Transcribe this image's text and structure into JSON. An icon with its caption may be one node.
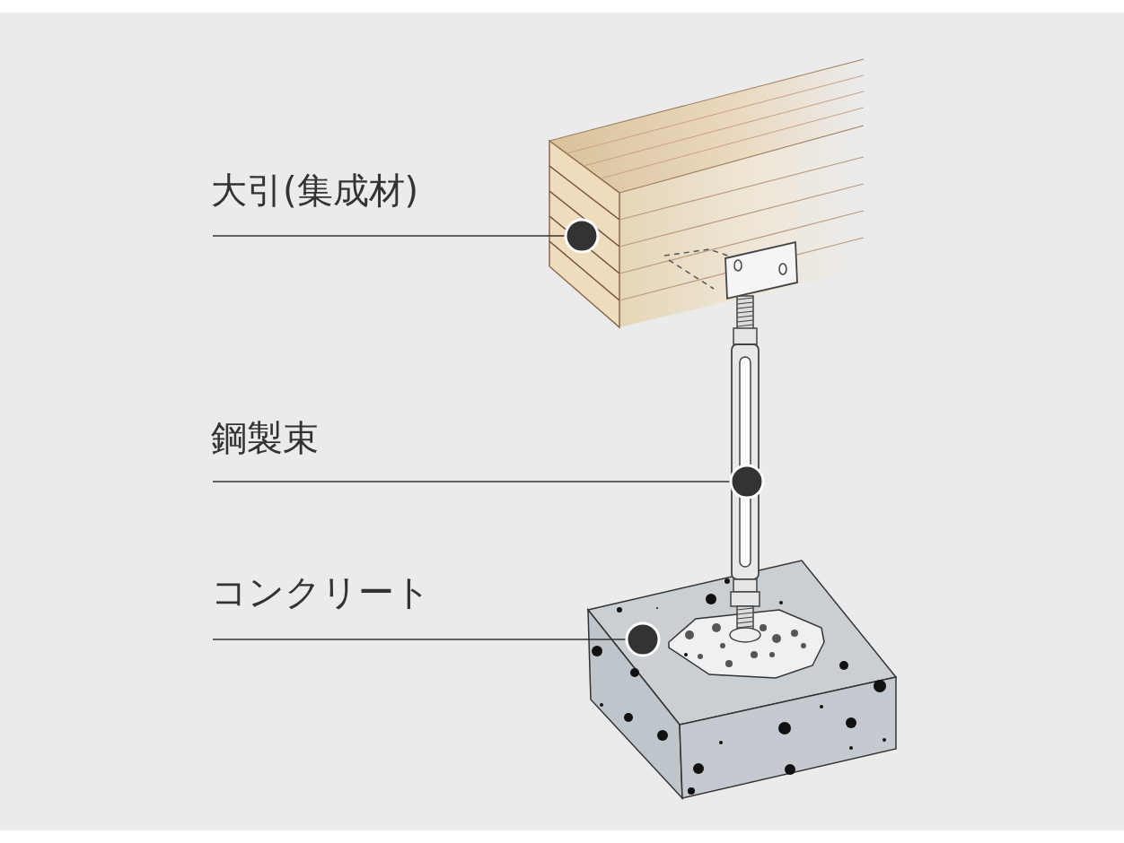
{
  "diagram": {
    "nodes": [
      {
        "text": [
          "大引(集成材)"
        ]
      },
      {
        "text": [],
        "shape": "picture"
      },
      {
        "text": [
          "鋼製束"
        ]
      },
      {
        "text": [],
        "shape": "picture"
      },
      {
        "text": [
          "コンクリート"
        ]
      },
      {
        "text": [],
        "shape": "picture"
      }
    ],
    "edges": [
      {
        "from": 0,
        "to": 1,
        "arrow": "other"
      },
      {
        "from": 2,
        "to": 3,
        "arrow": "other"
      },
      {
        "from": 4,
        "to": 5,
        "arrow": "other"
      }
    ]
  }
}
